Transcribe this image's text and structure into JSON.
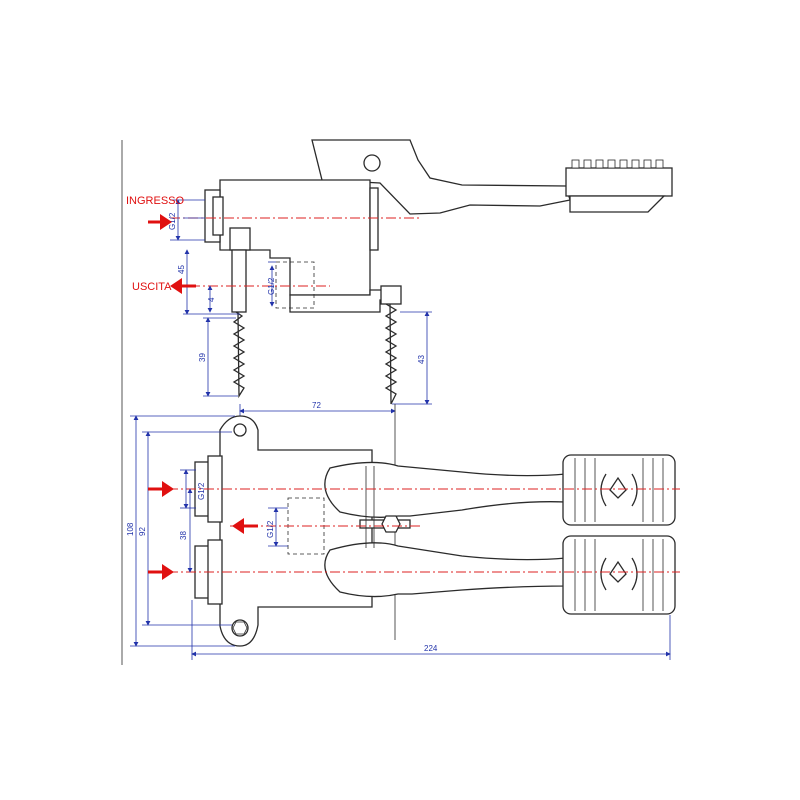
{
  "labels": {
    "inlet": "INGRESSO",
    "outlet": "USCITA"
  },
  "dimensions": {
    "inlet_thread_side": "G1/2",
    "outlet_thread_side": "G1/2",
    "height_between_ports": "45",
    "port_offset_small": "4",
    "screw_length_left": "39",
    "screw_length_right": "43",
    "mounting_hole_spacing": "72",
    "inlet_thread_top": "G1/2",
    "outlet_thread_top": "G1/2",
    "outlet_offset": "38",
    "overall_width_outer": "108",
    "overall_width_inner": "92",
    "overall_length": "224"
  },
  "colors": {
    "flow_arrow": "#e01010",
    "dimension": "#2233aa",
    "outline": "#2b2b2b"
  }
}
